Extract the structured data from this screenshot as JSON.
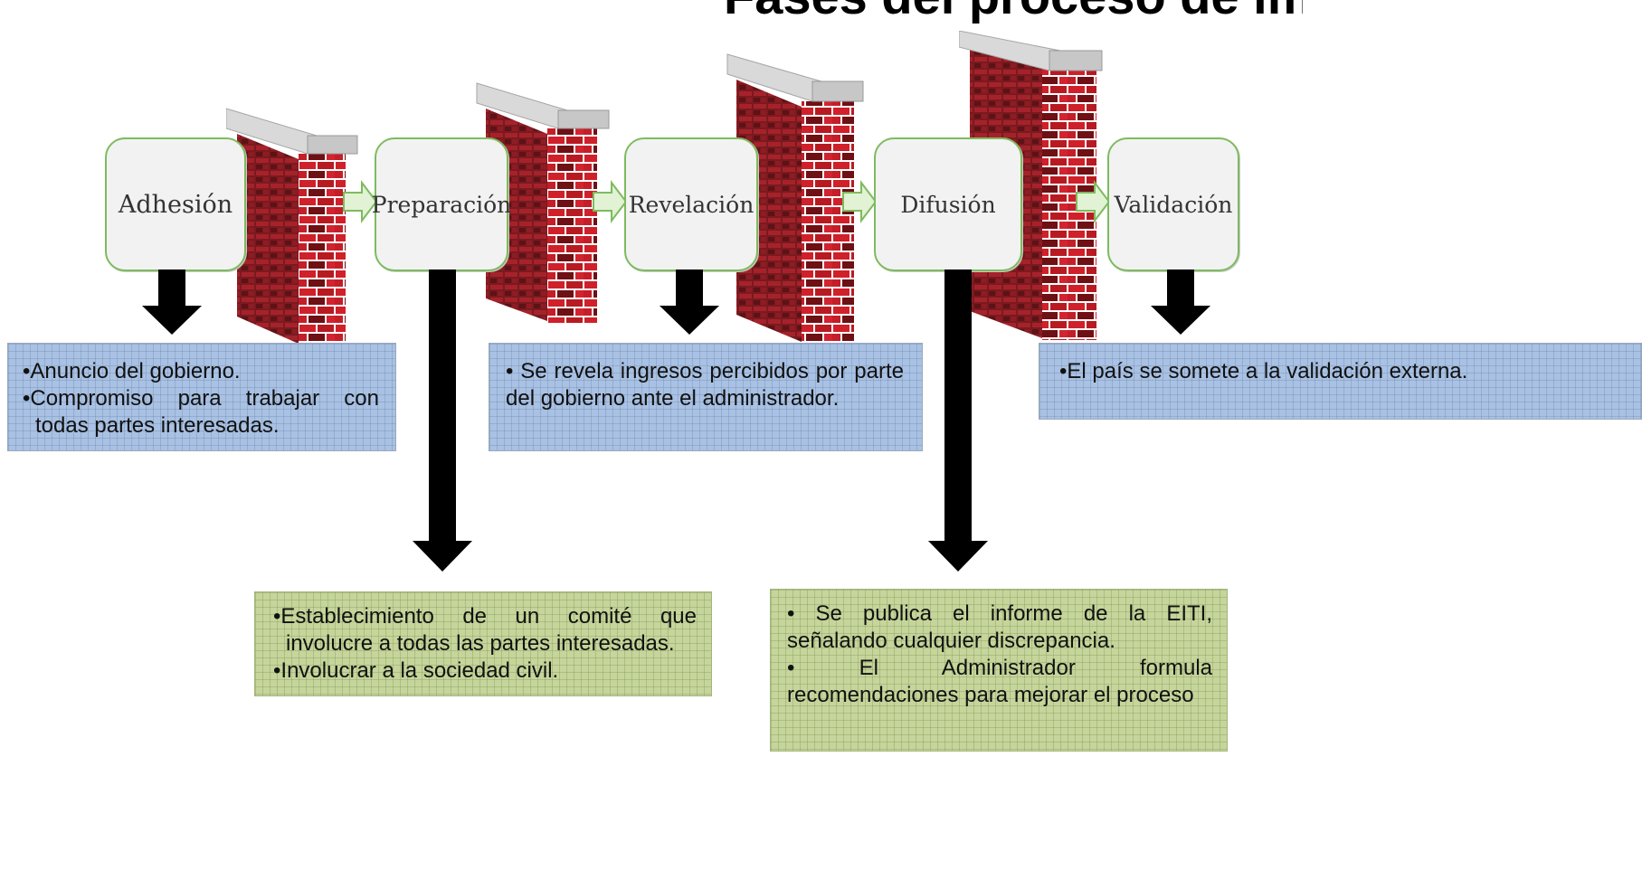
{
  "title_fragment": "Fases del proceso de implementación",
  "stages": [
    {
      "label": "Adhesión"
    },
    {
      "label": "Preparación"
    },
    {
      "label": "Revelación"
    },
    {
      "label": "Difusión"
    },
    {
      "label": "Validación"
    }
  ],
  "notes": {
    "adhesion": {
      "items": [
        "Anuncio del gobierno.",
        "Compromiso para trabajar con todas partes interesadas."
      ]
    },
    "preparacion": {
      "items": [
        "Establecimiento de un comité que involucre a todas las partes interesadas.",
        "Involucrar a la sociedad civil."
      ]
    },
    "revelacion": {
      "items": [
        "Se revela ingresos percibidos por parte del gobierno ante el administrador."
      ]
    },
    "difusion": {
      "items": [
        "Se publica el informe de la EITI, señalando cualquier discrepancia.",
        "El Administrador formula recomendaciones para mejorar el proceso"
      ]
    },
    "validacion": {
      "items": [
        "El país se somete a la validación externa."
      ]
    }
  },
  "colors": {
    "stage_border": "#7dbb5e",
    "stage_fill": "#f2f2f2",
    "blue_note": "#a9c1e2",
    "green_note": "#c5d59b",
    "brick": "#c8202a",
    "arrow": "#000000"
  }
}
